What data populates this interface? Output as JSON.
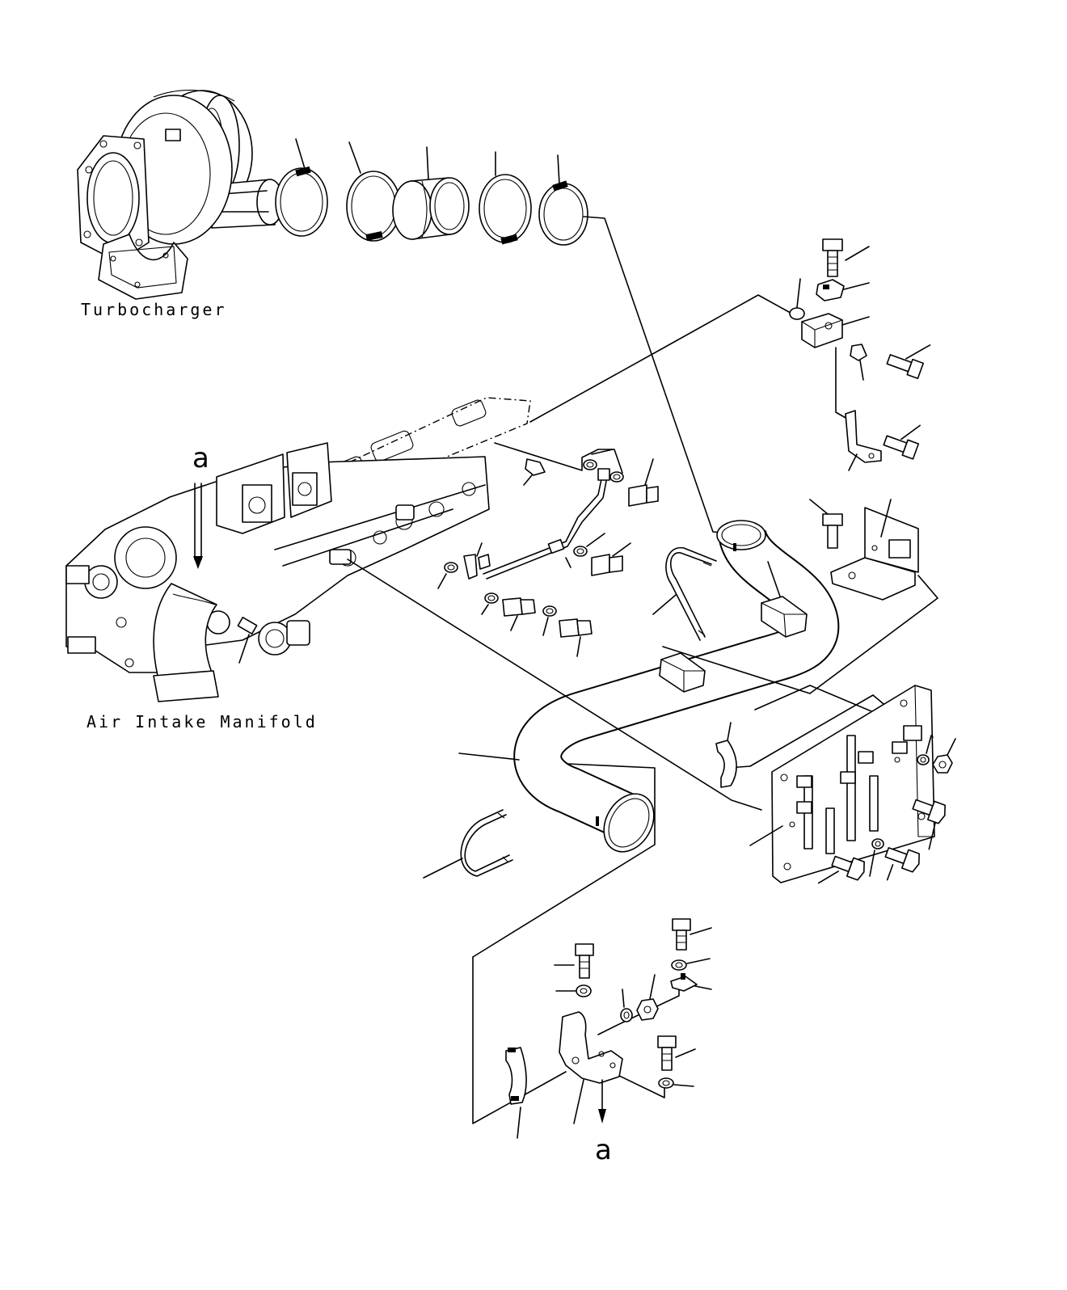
{
  "labels": {
    "turbocharger": "Turbocharger",
    "air_intake_manifold": "Air Intake Manifold",
    "ref_a_top": "a",
    "ref_a_bottom": "a"
  },
  "colors": {
    "line": "#000000",
    "background": "#ffffff"
  }
}
